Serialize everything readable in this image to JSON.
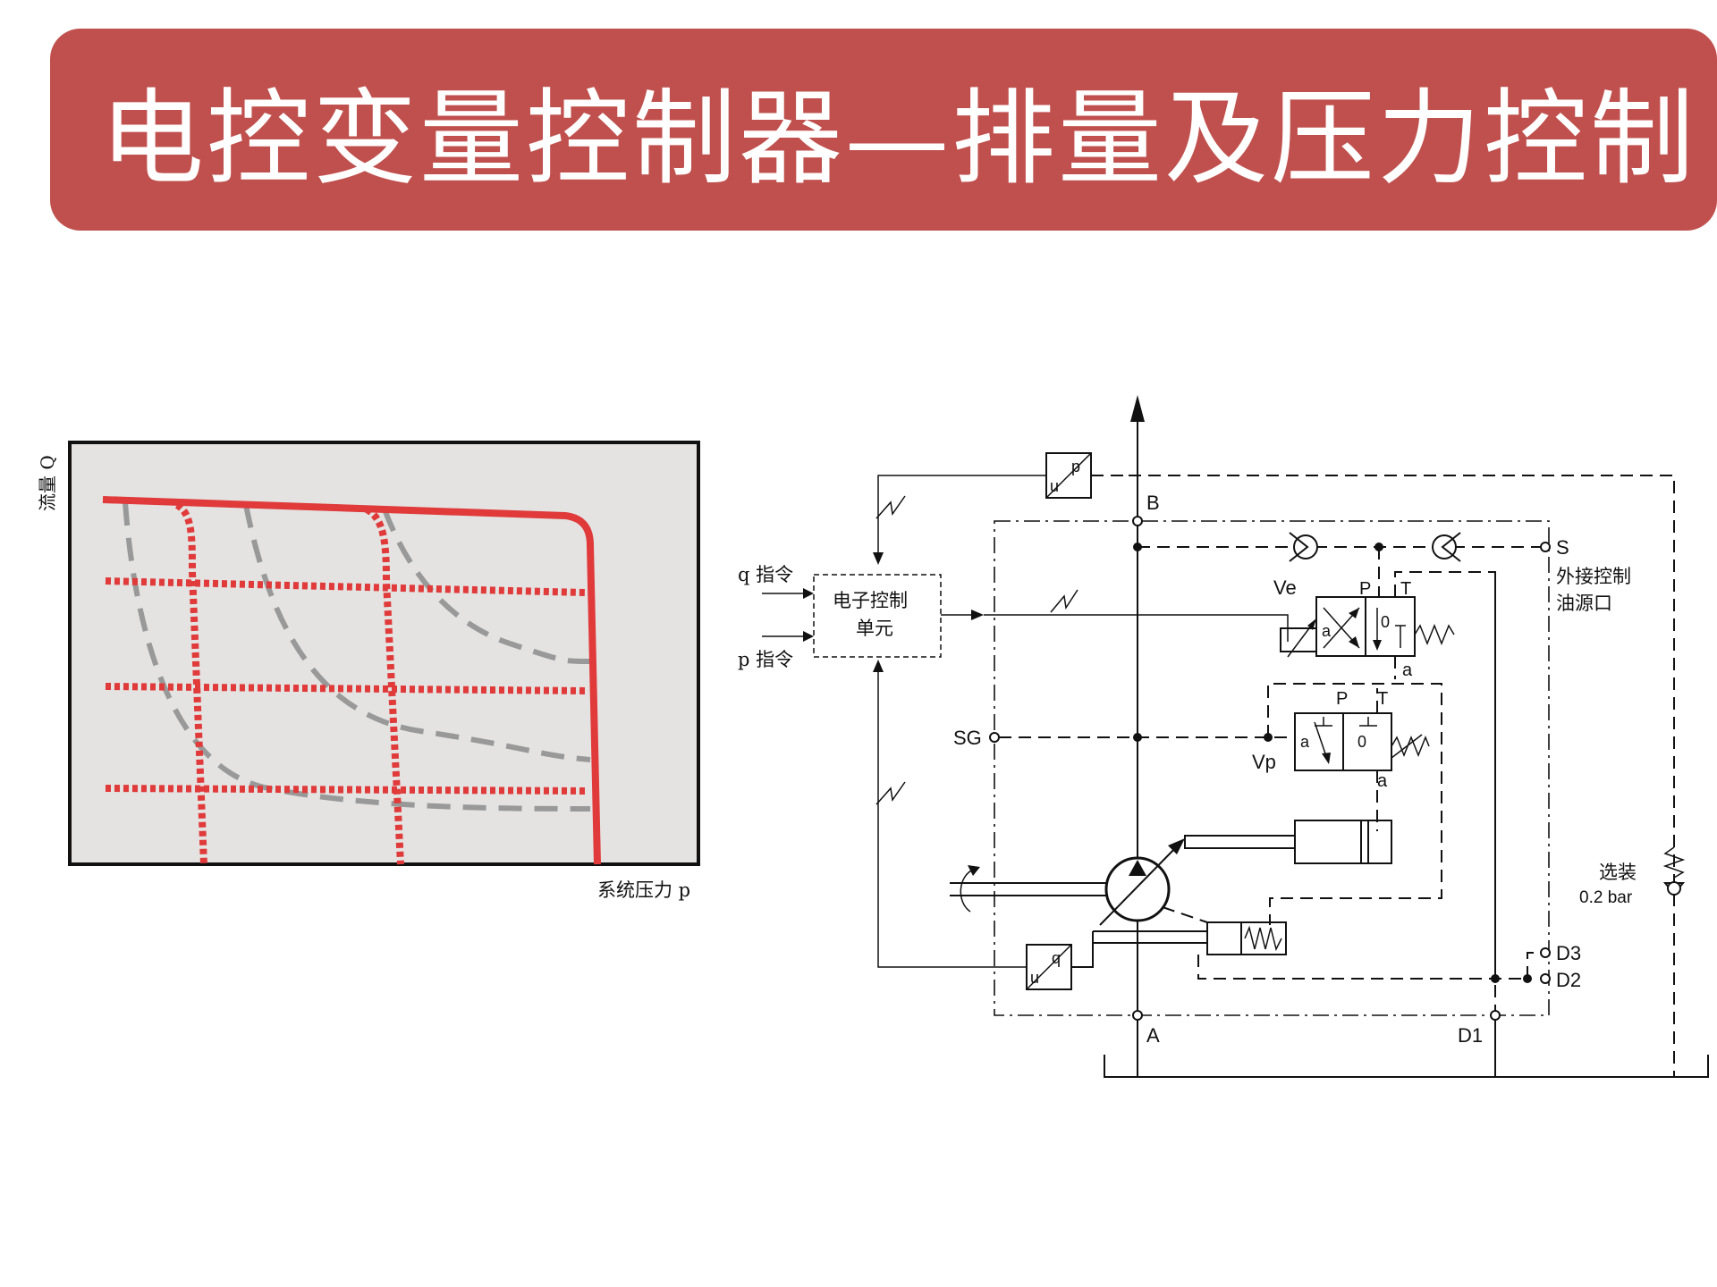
{
  "title": "电控变量控制器—排量及压力控制",
  "chart": {
    "y_label": "流量 Q",
    "x_label": "系统压力 p",
    "colors": {
      "primary": "#e03a3a",
      "grid": "#e03a3a",
      "dashed": "#999999",
      "bg": "#e4e3e1"
    }
  },
  "diagram": {
    "labels": {
      "B": "B",
      "S": "S",
      "ext_line1": "外接控制",
      "ext_line2": "油源口",
      "Ve": "Ve",
      "P1": "P",
      "T1": "T",
      "a1": "a",
      "zero1": "0",
      "a_spring1": "a",
      "P2": "P",
      "T2": "T",
      "a2": "a",
      "zero2": "0",
      "a_spring2": "a",
      "SG": "SG",
      "Vp": "Vp",
      "q_cmd": "q 指令",
      "p_cmd": "p 指令",
      "ecu_line1": "电子控制",
      "ecu_line2": "单元",
      "sensor_top_u": "u",
      "sensor_top_p": "p",
      "sensor_bot_u": "u",
      "sensor_bot_q": "q",
      "A": "A",
      "D1": "D1",
      "D2": "D2",
      "D3": "D3",
      "optional": "选装",
      "bar": "0.2 bar"
    }
  }
}
